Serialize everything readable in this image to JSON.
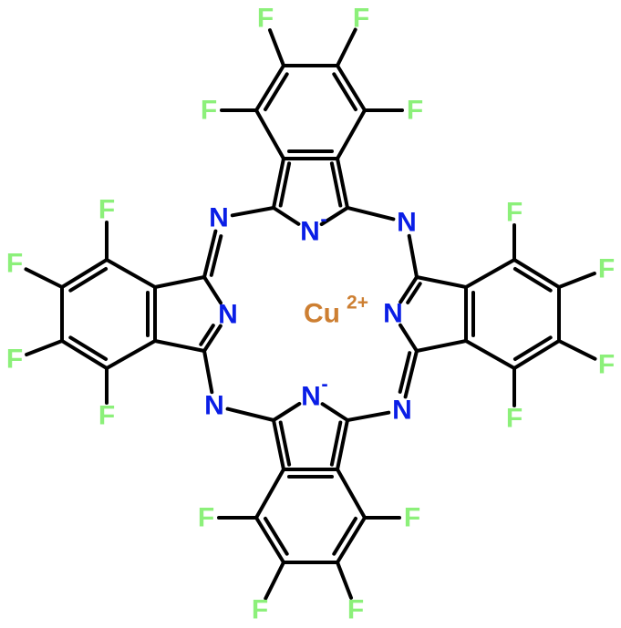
{
  "colors": {
    "fluorine": "#8cf07a",
    "nitrogen": "#0a1ee6",
    "copper": "#cd7f32",
    "bond": "#000000"
  },
  "metal": {
    "symbol": "Cu",
    "charge": "2+"
  },
  "labels": {
    "fluorine": "F",
    "nitrogen": "N",
    "anion_charge": "-"
  }
}
